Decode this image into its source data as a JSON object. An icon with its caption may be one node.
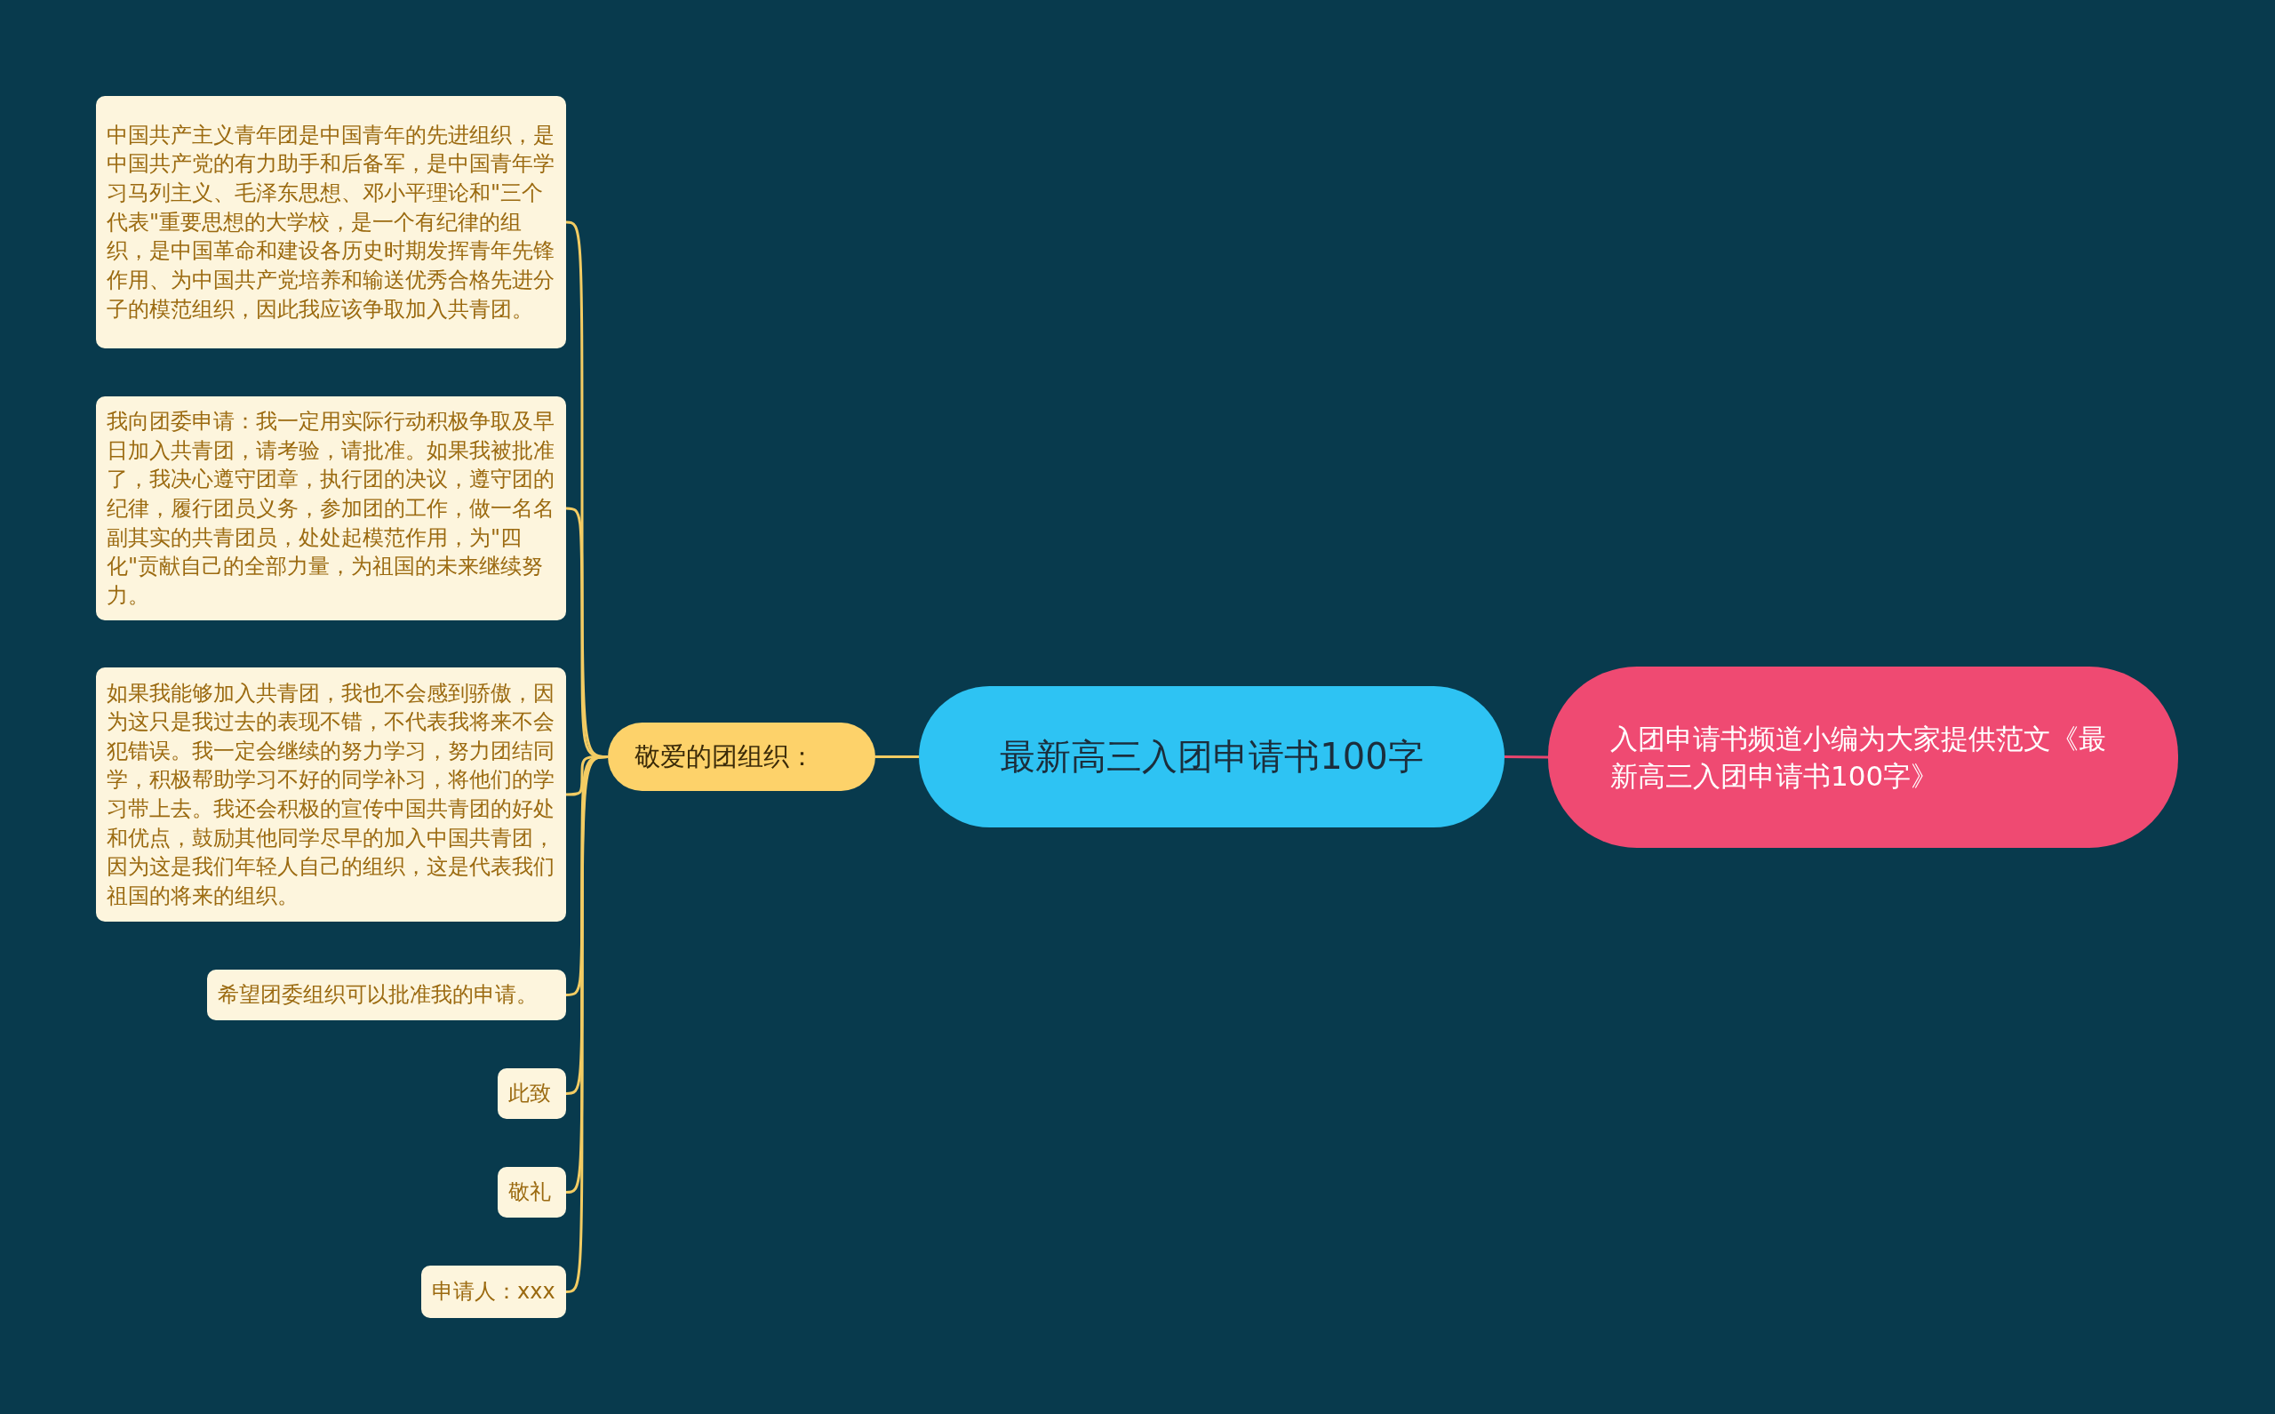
{
  "diagram": {
    "nodes": [
      {
        "text": [
          "最新高三入团申请书100字"
        ]
      },
      {
        "text": [
          "入团申请书频道小编为大家提供范文《最新高三入团申请书100字》"
        ]
      },
      {
        "text": [
          "敬爱的团组织："
        ]
      },
      {
        "text": [
          "中国共产主义青年团是中国青年的先进组织，是中国共产党的有力助手和后备军，是中国青年学习马列主义、毛泽东思想、邓小平理论和\"三个代表\"重要思想的大学校，是一个有纪律的组织，是中国革命和建设各历史时期发挥青年先锋作用、为中国共产党培养和输送优秀合格先进分子的模范组织，因此我应该争取加入共青团。"
        ]
      },
      {
        "text": [
          "我向团委申请：我一定用实际行动积极争取及早日加入共青团，请考验，请批准。如果我被批准了，我决心遵守团章，执行团的决议，遵守团的纪律，履行团员义务，参加团的工作，做一名名副其实的共青团员，处处起模范作用，为\"四化\"贡献自己的全部力量，为祖国的未来继续努力。"
        ]
      },
      {
        "text": [
          "如果我能够加入共青团，我也不会感到骄傲，因为这只是我过去的表现不错，不代表我将来不会犯错误。我一定会继续的努力学习，努力团结同学，积极帮助学习不好的同学补习，将他们的学习带上去。我还会积极的宣传中国共青团的好处和优点，鼓励其他同学尽早的加入中国共青团，因为这是我们年轻人自己的组织，这是代表我们祖国的将来的组织。"
        ]
      },
      {
        "text": [
          "希望团委组织可以批准我的申请。"
        ]
      },
      {
        "text": [
          "此致"
        ]
      },
      {
        "text": [
          "敬礼"
        ]
      },
      {
        "text": [
          "申请人：xxx"
        ]
      }
    ],
    "edges": [
      {
        "from": 0,
        "to": 1,
        "arrow": "none",
        "color": "#e8456e"
      },
      {
        "from": 0,
        "to": 2,
        "arrow": "none"
      },
      {
        "from": 2,
        "to": 3,
        "arrow": "none"
      },
      {
        "from": 2,
        "to": 4,
        "arrow": "none"
      },
      {
        "from": 2,
        "to": 5,
        "arrow": "none"
      },
      {
        "from": 2,
        "to": 6,
        "arrow": "none"
      },
      {
        "from": 2,
        "to": 7,
        "arrow": "none"
      },
      {
        "from": 2,
        "to": 8,
        "arrow": "none"
      },
      {
        "from": 2,
        "to": 9,
        "arrow": "none"
      }
    ]
  }
}
